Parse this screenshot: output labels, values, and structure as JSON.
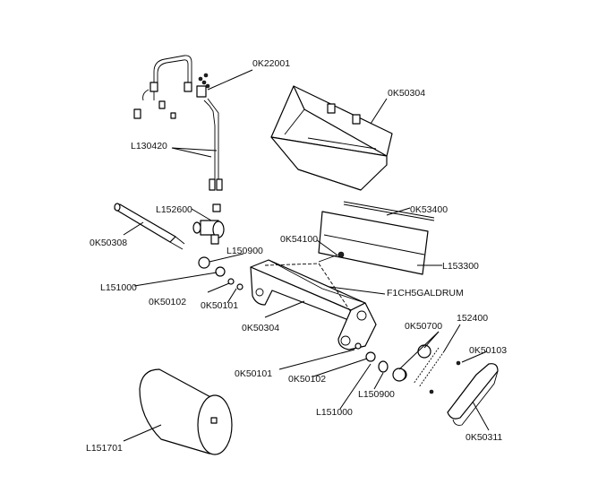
{
  "labels": {
    "l_0k22001": "0K22001",
    "l_l130420": "L130420",
    "l_0k50304_top": "0K50304",
    "l_l152600": "L152600",
    "l_0k50308": "0K50308",
    "l_0k53400": "0K53400",
    "l_0k54100": "0K54100",
    "l_l150900_top": "L150900",
    "l_l153300": "L153300",
    "l_l151000_top": "L151000",
    "l_0k50102_top": "0K50102",
    "l_0k50101_top": "0K50101",
    "l_f1ch5galdrum": "F1CH5GALDRUM",
    "l_0k50304_frame": "0K50304",
    "l_0k50700": "0K50700",
    "l_152400": "152400",
    "l_0k50103": "0K50103",
    "l_0k50101_bottom": "0K50101",
    "l_0k50102_bottom": "0K50102",
    "l_l150900_bottom": "L150900",
    "l_l151000_bottom": "L151000",
    "l_l151701": "L151701",
    "l_0k50311": "0K50311"
  }
}
